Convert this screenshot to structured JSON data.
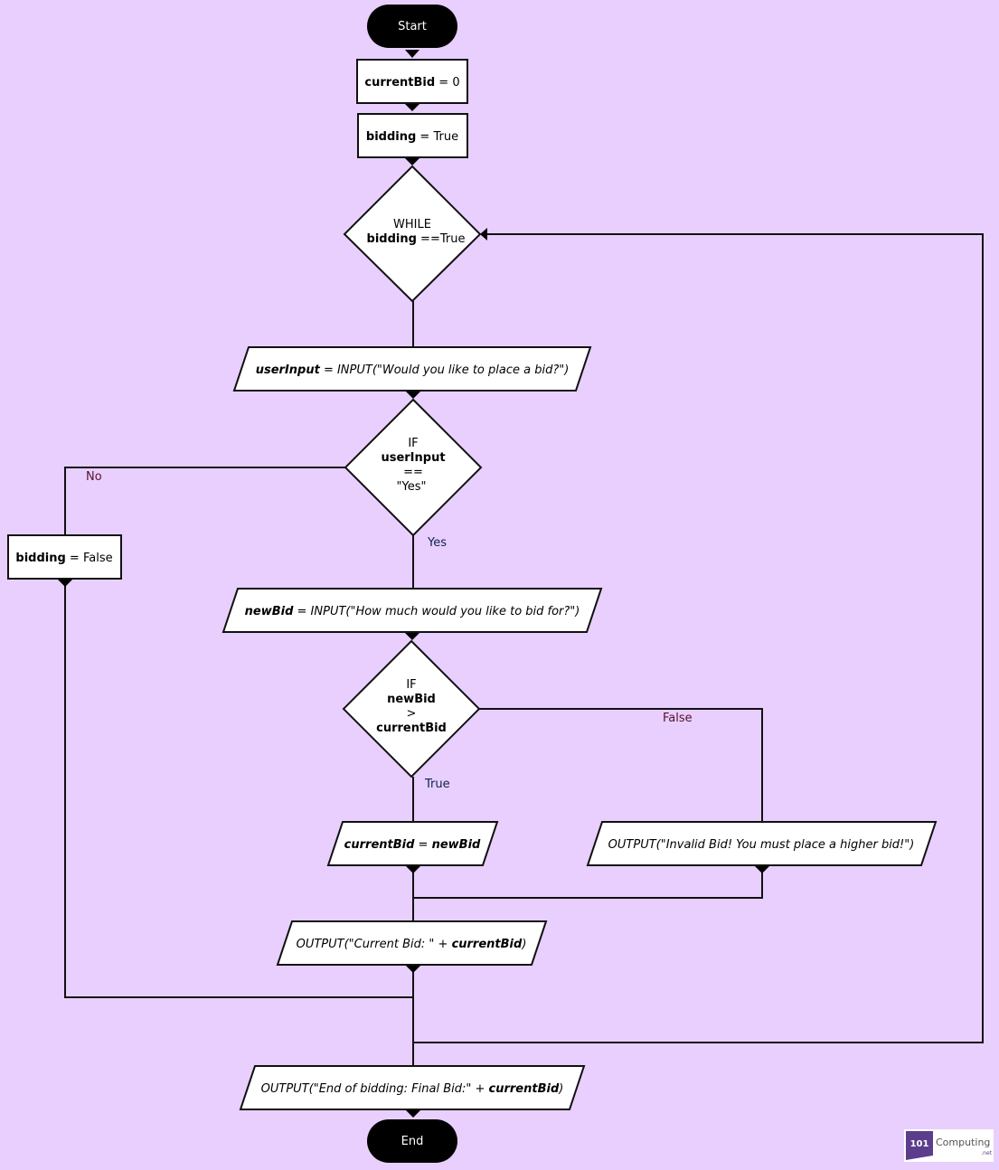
{
  "background": "#E8CFFD",
  "nodes": {
    "start": "Start",
    "init_bid": {
      "var": "currentBid",
      "rest": " = 0"
    },
    "init_bidding": {
      "var": "bidding",
      "rest": " = True"
    },
    "while": {
      "kw": "WHILE",
      "var": "bidding",
      "rest": " ==True"
    },
    "input_user": {
      "var": "userInput",
      "rest": " = INPUT(\"Would you like to place a bid?\")"
    },
    "if_user": {
      "kw": "IF",
      "var": "userInput",
      "op": "==",
      "val": "\"Yes\""
    },
    "set_false": {
      "var": "bidding",
      "rest": " = False"
    },
    "input_bid": {
      "var": "newBid",
      "rest": " = INPUT(\"How much would you like to bid for?\")"
    },
    "if_bid": {
      "kw": "IF",
      "var1": "newBid",
      "op": ">",
      "var2": "currentBid"
    },
    "assign_bid": {
      "var1": "currentBid",
      "mid": " = ",
      "var2": "newBid"
    },
    "output_invalid": "OUTPUT(\"Invalid Bid! You must place a higher bid!\")",
    "output_current": {
      "pre": "OUTPUT(\"Current Bid: \" + ",
      "var": "currentBid",
      "post": ")"
    },
    "output_end": {
      "pre": "OUTPUT(\"End of bidding: Final Bid:\" + ",
      "var": "currentBid",
      "post": ")"
    },
    "end": "End"
  },
  "edge_labels": {
    "no": "No",
    "yes": "Yes",
    "false": "False",
    "true": "True"
  },
  "logo": {
    "number": "101",
    "name": "Computing",
    "suffix": ".net",
    "color": "#5B3D8C"
  }
}
